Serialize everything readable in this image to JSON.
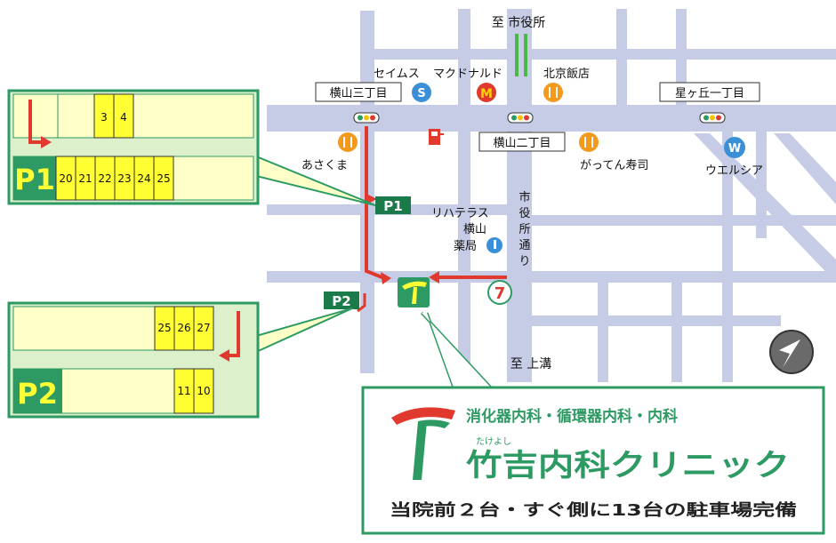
{
  "colors": {
    "road": "#c6cce6",
    "green": "#2e9a63",
    "dark_green": "#1b7a4a",
    "red": "#e03a2e",
    "yellow": "#ffff33",
    "lot_fill": "#ffffc8",
    "lot_panel": "#ddf0cc"
  },
  "destinations": {
    "north": "至 市役所",
    "south": "至 上溝"
  },
  "road_label": [
    "市",
    "役",
    "所",
    "通",
    "り"
  ],
  "intersections": {
    "yokoyama3": "横山三丁目",
    "yokoyama2": "横山二丁目",
    "hoshigaoka1": "星ヶ丘一丁目"
  },
  "landmarks": {
    "seimusu": "セイムス",
    "seimusu_mark": "S",
    "mcdonalds": "マクドナルド",
    "mcdonalds_mark": "M",
    "hokkyo": "北京飯店",
    "asakuma": "あさくま",
    "gatten": "がってん寿司",
    "welcia": "ウエルシア",
    "welcia_mark": "W",
    "riverterrace_1": "リハテラス",
    "riverterrace_2": "横山",
    "riverterrace_3": "薬局",
    "seven_mark": "7"
  },
  "parking_tags": {
    "p1": "P1",
    "p2": "P2"
  },
  "p1_lot": {
    "label": "P1",
    "top_spaces": [
      "3",
      "4"
    ],
    "bottom_spaces": [
      "20",
      "21",
      "22",
      "23",
      "24",
      "25"
    ]
  },
  "p2_lot": {
    "label": "P2",
    "top_spaces": [
      "25",
      "26",
      "27"
    ],
    "bottom_spaces": [
      "11",
      "10"
    ]
  },
  "clinic": {
    "departments": "消化器内科・循環器内科・内科",
    "ruby": "たけよし",
    "name": "竹吉内科クリニック",
    "parking_note": "当院前２台・すぐ側に13台の駐車場完備"
  }
}
